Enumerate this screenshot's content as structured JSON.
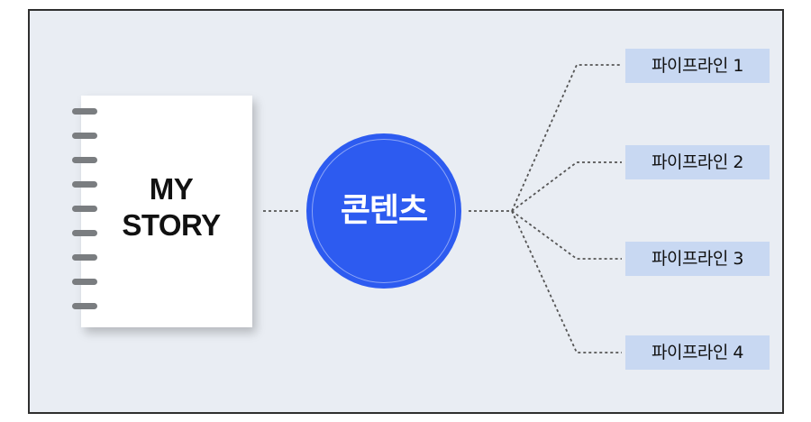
{
  "notebook": {
    "title_line1": "MY",
    "title_line2": "STORY"
  },
  "hub": {
    "label": "콘텐츠",
    "color": "#2d5bf0"
  },
  "pipelines": [
    {
      "label": "파이프라인 1"
    },
    {
      "label": "파이프라인 2"
    },
    {
      "label": "파이프라인 3"
    },
    {
      "label": "파이프라인 4"
    }
  ],
  "colors": {
    "background": "#e9edf3",
    "pipeline_box": "#c8d8f2",
    "connector": "#555555"
  }
}
